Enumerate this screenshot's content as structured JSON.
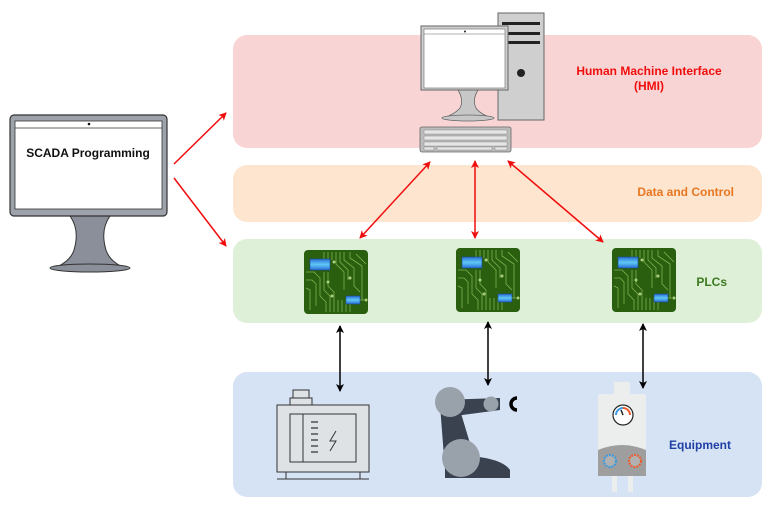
{
  "scada": {
    "label": "SCADA Programming"
  },
  "layers": {
    "hmi": {
      "label_line1": "Human Machine Interface",
      "label_line2": "(HMI)",
      "color": "#f00d0d"
    },
    "data": {
      "label": "Data and Control",
      "color": "#e87722"
    },
    "plc": {
      "label": "PLCs",
      "color": "#3b7a1f"
    },
    "equipment": {
      "label": "Equipment",
      "color": "#1f3fa5"
    }
  },
  "icons": {
    "scada_monitor": "monitor-icon",
    "hmi_computer": "desktop-computer-icon",
    "plc_boards": [
      "circuit-board-icon",
      "circuit-board-icon",
      "circuit-board-icon"
    ],
    "equipment": [
      "generator-icon",
      "robotic-arm-icon",
      "water-heater-icon"
    ]
  },
  "arrow_colors": {
    "control": "#f00d0d",
    "io": "#000000"
  }
}
